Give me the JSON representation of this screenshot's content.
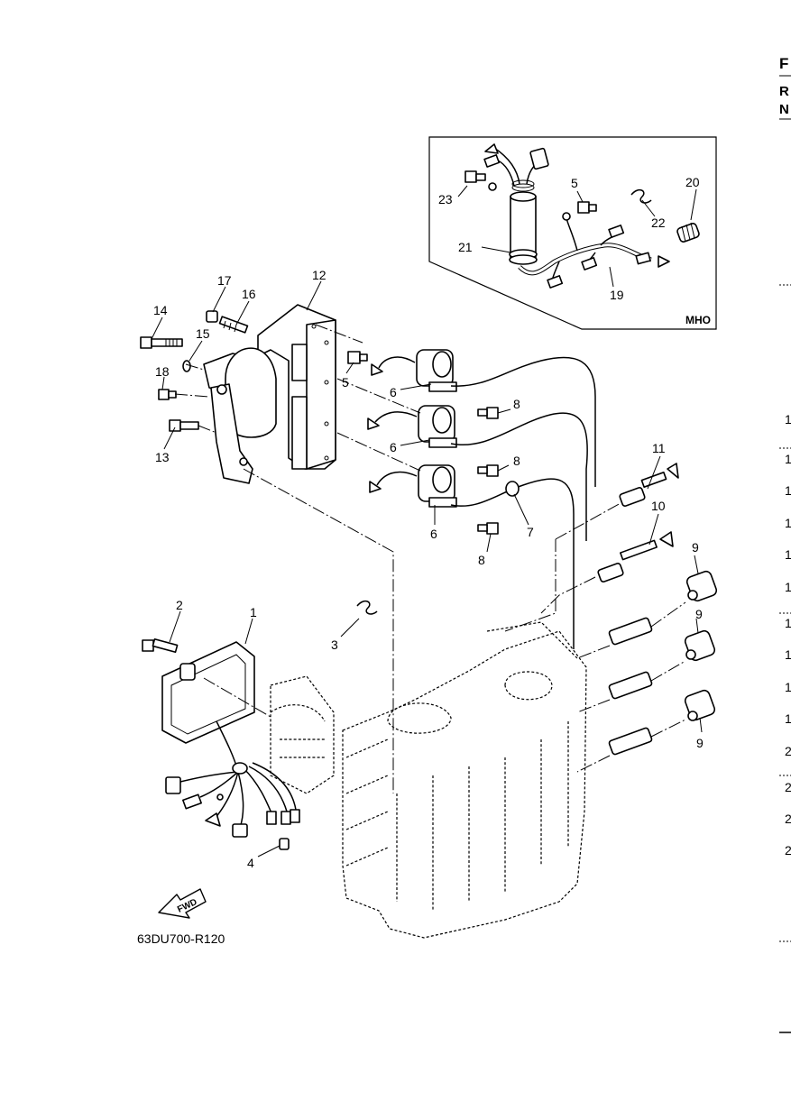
{
  "diagram": {
    "code": "63DU700-R120",
    "fwd_label": "FWD",
    "inset": {
      "code": "MHO"
    },
    "callouts": [
      {
        "id": "c1",
        "label": "1"
      },
      {
        "id": "c2",
        "label": "2"
      },
      {
        "id": "c3",
        "label": "3"
      },
      {
        "id": "c4",
        "label": "4"
      },
      {
        "id": "c5a",
        "label": "5"
      },
      {
        "id": "c5b",
        "label": "5"
      },
      {
        "id": "c6a",
        "label": "6"
      },
      {
        "id": "c6b",
        "label": "6"
      },
      {
        "id": "c6c",
        "label": "6"
      },
      {
        "id": "c7",
        "label": "7"
      },
      {
        "id": "c8a",
        "label": "8"
      },
      {
        "id": "c8b",
        "label": "8"
      },
      {
        "id": "c8c",
        "label": "8"
      },
      {
        "id": "c9a",
        "label": "9"
      },
      {
        "id": "c9b",
        "label": "9"
      },
      {
        "id": "c9c",
        "label": "9"
      },
      {
        "id": "c10",
        "label": "10"
      },
      {
        "id": "c11",
        "label": "11"
      },
      {
        "id": "c12",
        "label": "12"
      },
      {
        "id": "c13",
        "label": "13"
      },
      {
        "id": "c14",
        "label": "14"
      },
      {
        "id": "c15",
        "label": "15"
      },
      {
        "id": "c16",
        "label": "16"
      },
      {
        "id": "c17",
        "label": "17"
      },
      {
        "id": "c18",
        "label": "18"
      },
      {
        "id": "c19",
        "label": "19"
      },
      {
        "id": "c20",
        "label": "20"
      },
      {
        "id": "c21",
        "label": "21"
      },
      {
        "id": "c22",
        "label": "22"
      },
      {
        "id": "c23",
        "label": "23"
      }
    ]
  },
  "right_edge": {
    "header": [
      "F",
      "R",
      "N"
    ],
    "column": [
      "1",
      "1",
      "1",
      "1",
      "1",
      "1",
      "1",
      "1",
      "1",
      "1",
      "2",
      "2",
      "2",
      "2"
    ]
  }
}
